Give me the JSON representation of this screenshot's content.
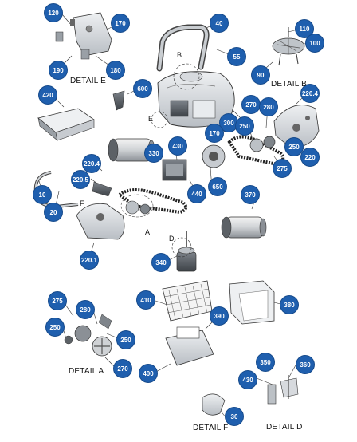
{
  "callouts": [
    "120",
    "170",
    "190",
    "180",
    "40",
    "55",
    "110",
    "100",
    "90",
    "600",
    "420",
    "220.4",
    "270",
    "280",
    "300",
    "170",
    "250",
    "250",
    "220",
    "275",
    "330",
    "430",
    "650",
    "440",
    "220.4",
    "220.5",
    "10",
    "20",
    "370",
    "220.1",
    "340",
    "410",
    "380",
    "390",
    "400",
    "275",
    "280",
    "250",
    "250",
    "270",
    "350",
    "360",
    "430",
    "30"
  ],
  "detail_labels": [
    "DETAIL E",
    "DETAIL B",
    "DETAIL A",
    "DETAIL D",
    "DETAIL F"
  ],
  "ref_letters": [
    "B",
    "E",
    "F",
    "A",
    "D"
  ]
}
